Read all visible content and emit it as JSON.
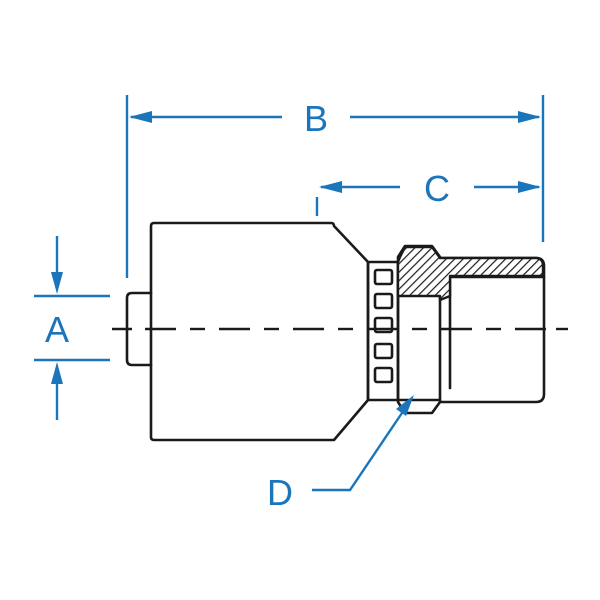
{
  "diagram": {
    "dimensions": {
      "a": {
        "label": "A"
      },
      "b": {
        "label": "B"
      },
      "c": {
        "label": "C"
      },
      "d": {
        "label": "D"
      }
    },
    "colors": {
      "dimension": "#1b75bb",
      "outline": "#1a1a1a",
      "background": "#ffffff"
    }
  }
}
